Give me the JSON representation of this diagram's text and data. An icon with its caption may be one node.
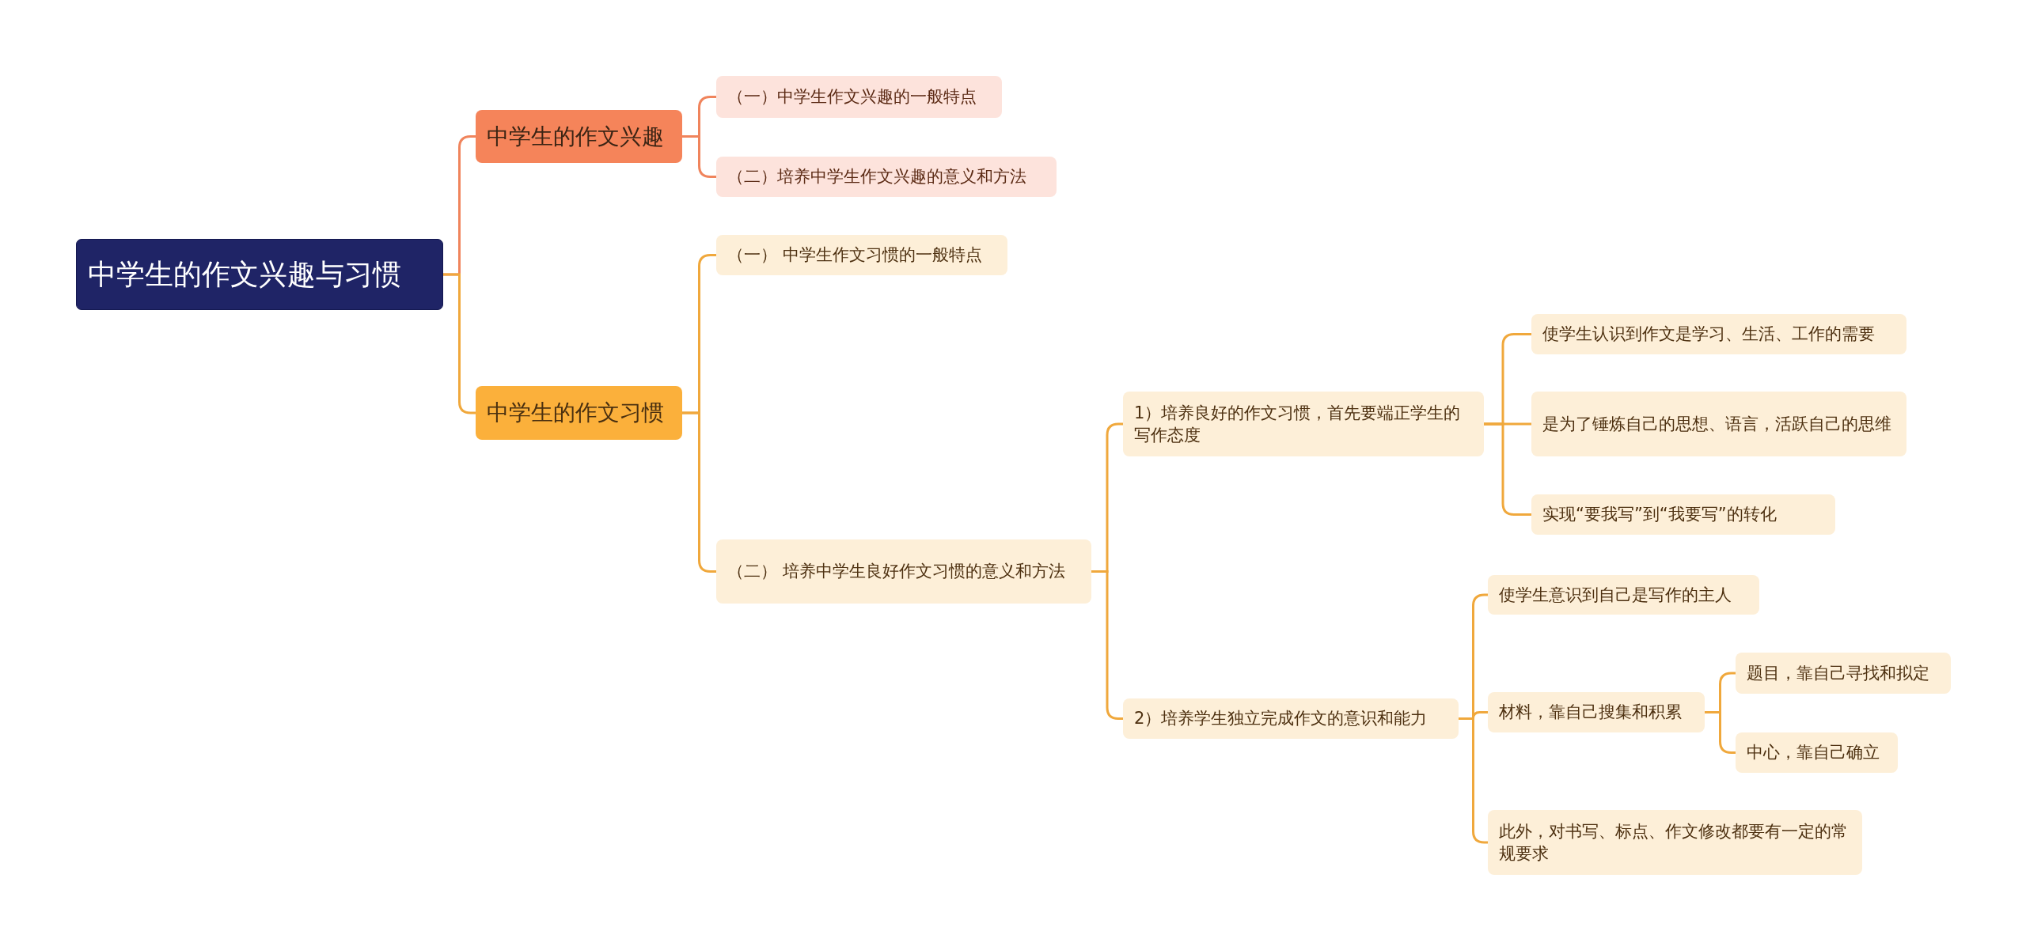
{
  "diagram": {
    "nodes": [
      {
        "text": [
          "中学生的作文兴趣与习惯"
        ]
      },
      {
        "text": [
          "中学生的作文兴趣"
        ]
      },
      {
        "text": [
          "（一）中学生作文兴趣的一般特点"
        ]
      },
      {
        "text": [
          "（二）培养中学生作文兴趣的意义和方法"
        ]
      },
      {
        "text": [
          "中学生的作文习惯"
        ]
      },
      {
        "text": [
          "（一） 中学生作文习惯的一般特点"
        ]
      },
      {
        "text": [
          "（二） 培养中学生良好作文习惯的意义和方法"
        ]
      },
      {
        "text": [
          "1）培养良好的作文习惯，首先要端正学生的写作态度"
        ]
      },
      {
        "text": [
          "使学生认识到作文是学习、生活、工作的需要"
        ]
      },
      {
        "text": [
          "是为了锤炼自己的思想、语言，活跃自己的思维"
        ]
      },
      {
        "text": [
          "实现“要我写”到“我要写”的转化"
        ]
      },
      {
        "text": [
          "2）培养学生独立完成作文的意识和能力"
        ]
      },
      {
        "text": [
          "使学生意识到自己是写作的主人"
        ]
      },
      {
        "text": [
          "材料，靠自己搜集和积累"
        ]
      },
      {
        "text": [
          "题目，靠自己寻找和拟定"
        ]
      },
      {
        "text": [
          "中心，靠自己确立"
        ]
      },
      {
        "text": [
          "此外，对书写、标点、作文修改都要有一定的常规要求"
        ]
      }
    ],
    "edges": [
      {
        "from": 0,
        "to": 1,
        "arrow": "none",
        "color": "#f0845c"
      },
      {
        "from": 1,
        "to": 2,
        "arrow": "none",
        "color": "#f0845c"
      },
      {
        "from": 1,
        "to": 3,
        "arrow": "none",
        "color": "#f0845c"
      },
      {
        "from": 0,
        "to": 4,
        "arrow": "none"
      },
      {
        "from": 4,
        "to": 5,
        "arrow": "none"
      },
      {
        "from": 4,
        "to": 6,
        "arrow": "none"
      },
      {
        "from": 6,
        "to": 7,
        "arrow": "none"
      },
      {
        "from": 7,
        "to": 8,
        "arrow": "none"
      },
      {
        "from": 7,
        "to": 9,
        "arrow": "none"
      },
      {
        "from": 7,
        "to": 10,
        "arrow": "none"
      },
      {
        "from": 6,
        "to": 11,
        "arrow": "none"
      },
      {
        "from": 11,
        "to": 12,
        "arrow": "none"
      },
      {
        "from": 11,
        "to": 13,
        "arrow": "none"
      },
      {
        "from": 13,
        "to": 14,
        "arrow": "none"
      },
      {
        "from": 13,
        "to": 15,
        "arrow": "none"
      },
      {
        "from": 11,
        "to": 16,
        "arrow": "none"
      }
    ]
  }
}
